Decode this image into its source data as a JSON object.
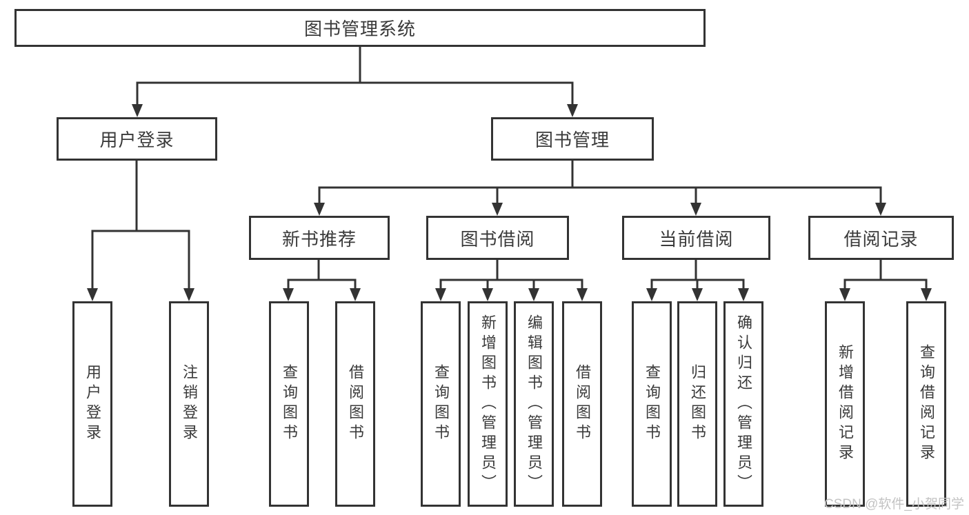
{
  "diagram": {
    "type": "hierarchy",
    "tree": {
      "label": "图书管理系统",
      "children": [
        {
          "label": "用户登录",
          "children": [
            {
              "label": "用户登录"
            },
            {
              "label": "注销登录"
            }
          ]
        },
        {
          "label": "图书管理",
          "children": [
            {
              "label": "新书推荐",
              "children": [
                {
                  "label": "查询图书"
                },
                {
                  "label": "借阅图书"
                }
              ]
            },
            {
              "label": "图书借阅",
              "children": [
                {
                  "label": "查询图书"
                },
                {
                  "label": "新增图书（管理员）"
                },
                {
                  "label": "编辑图书（管理员）"
                },
                {
                  "label": "借阅图书"
                }
              ]
            },
            {
              "label": "当前借阅",
              "children": [
                {
                  "label": "查询图书"
                },
                {
                  "label": "归还图书"
                },
                {
                  "label": "确认归还（管理员）"
                }
              ]
            },
            {
              "label": "借阅记录",
              "children": [
                {
                  "label": "新增借阅记录"
                },
                {
                  "label": "查询借阅记录"
                }
              ]
            }
          ]
        }
      ]
    },
    "colors": {
      "line": "#333333",
      "box_border": "#333333",
      "text": "#3a3a3a",
      "background": "#ffffff",
      "watermark": "#c3c3c3"
    }
  },
  "watermark": "CSDN @软件_小贺同学"
}
